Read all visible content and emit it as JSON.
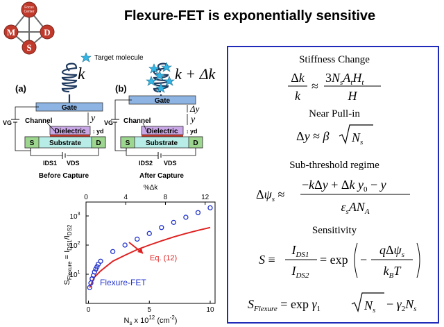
{
  "slide": {
    "title": "Flexure-FET is exponentially sensitive"
  },
  "logo": {
    "top_text": "Focus Center",
    "nodes": [
      "M",
      "S",
      "D"
    ],
    "colors": {
      "node": "#c0392b",
      "line": "#6b6b6b"
    }
  },
  "diagram": {
    "target_label": "Target molecule",
    "k_label": "k",
    "k_dk_label": "k + Δk",
    "panel_a_label": "(a)",
    "panel_b_label": "(b)",
    "gate": "Gate",
    "channel": "Channel",
    "dielectric": "Dielectric",
    "substrate": "Substrate",
    "source": "S",
    "drain": "D",
    "vg": "VG",
    "y": "y",
    "dy": "Δy",
    "yd": "yd",
    "ids1": "IDS1",
    "ids2": "IDS2",
    "vds": "VDS",
    "before": "Before Capture",
    "after": "After Capture",
    "colors": {
      "gate": "#8db4e2",
      "dielectric": "#c9a7e6",
      "substrate": "#b8ece6",
      "sd": "#9cd68f",
      "channel": "#c0392b",
      "star": "#33b5e5"
    }
  },
  "panel": {
    "stiffness_heading": "Stiffness Change",
    "pullin_heading": "Near Pull-in",
    "subthreshold_heading": "Sub-threshold regime",
    "sensitivity_heading": "Sensitivity",
    "border_color": "#1f2bb8"
  },
  "chart_data": {
    "type": "scatter",
    "xlabel": "Ns x 10^12 (cm^-2)",
    "ylabel": "S_Flexure = I_DS1/I_DS2",
    "top_axis_label": "%Δk",
    "x_ticks": [
      0,
      5,
      10
    ],
    "top_ticks": [
      0,
      4,
      8,
      12
    ],
    "y_log": true,
    "ylim": [
      1,
      3000
    ],
    "xlim": [
      -0.2,
      10.4
    ],
    "series": [
      {
        "name": "Flexure-FET",
        "x": [
          0.1,
          0.2,
          0.3,
          0.4,
          0.5,
          0.6,
          0.7,
          0.8,
          1.0,
          2.0,
          3.0,
          4.0,
          5.0,
          6.0,
          7.0,
          8.0,
          9.0,
          10.0
        ],
        "y": [
          3.5,
          5,
          7,
          9,
          12,
          15,
          18,
          22,
          28,
          60,
          100,
          160,
          250,
          400,
          600,
          900,
          1300,
          1900
        ],
        "color": "#2233cc"
      },
      {
        "name": "Eq. (12)",
        "x": [
          0.1,
          0.5,
          1,
          2,
          3,
          4,
          5,
          6,
          7,
          8,
          9,
          10
        ],
        "y": [
          3.5,
          8,
          13,
          28,
          45,
          70,
          100,
          140,
          190,
          250,
          320,
          400
        ],
        "color": "#e02020"
      }
    ],
    "annotations": [
      "Eq. (12)",
      "Flexure-FET"
    ]
  }
}
